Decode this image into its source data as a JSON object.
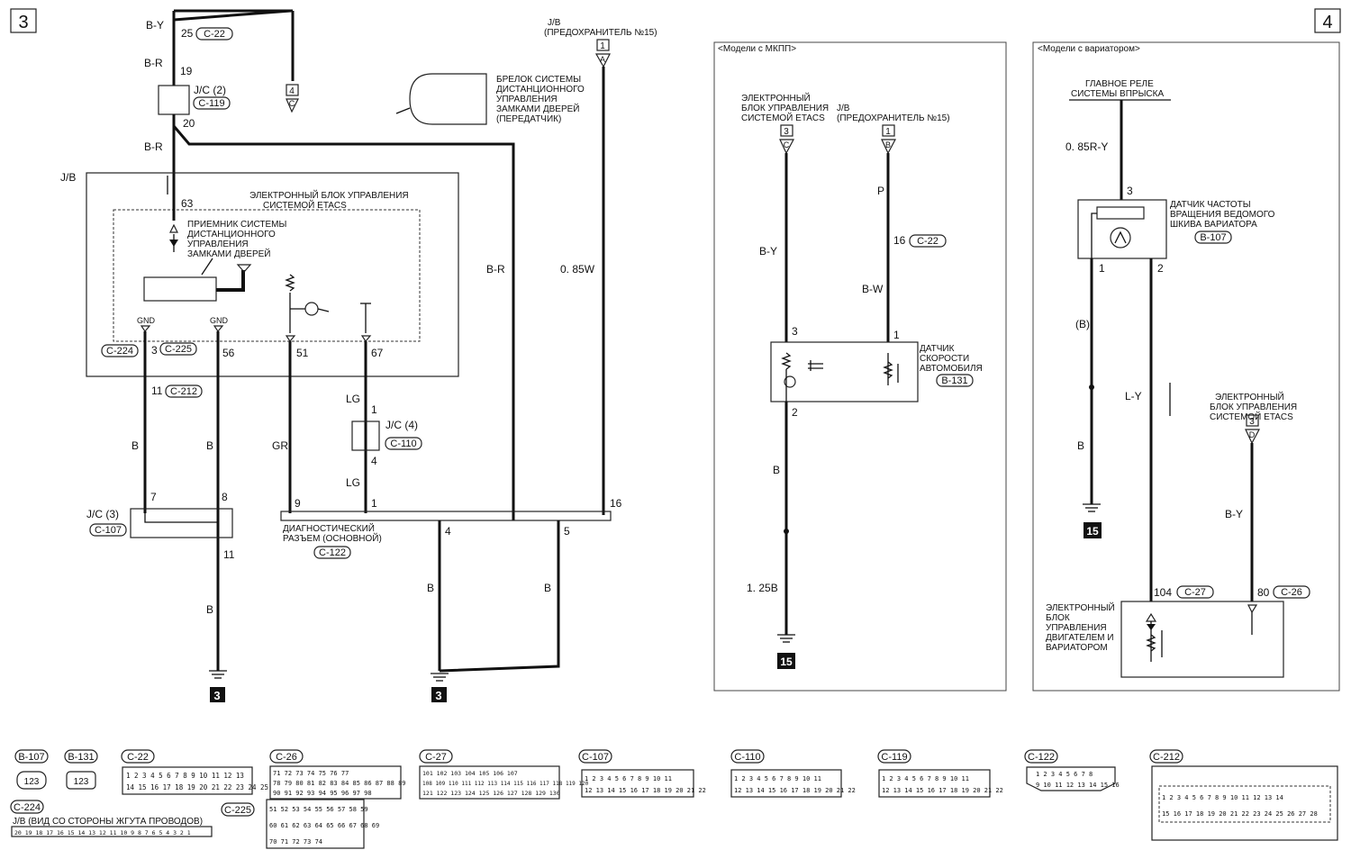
{
  "page": {
    "page_left": "3",
    "page_right": "4"
  },
  "top": {
    "wire_by": "B-Y",
    "c22_pin": "25",
    "c22": "C-22",
    "wire_br": "B-R",
    "pin19": "19",
    "jc2": "J/C (2)",
    "c119": "C-119",
    "pin20": "20",
    "wire_br2": "B-R",
    "ref4": "4",
    "ref_c": "C",
    "jb_top_1": "J/B",
    "jb_top_2": "(ПРЕДОХРАНИТЕЛЬ №15)",
    "fuse_ref": "1",
    "fuse_a": "A"
  },
  "keyfob": {
    "l1": "БРЕЛОК СИСТЕМЫ",
    "l2": "ДИСТАНЦИОННОГО",
    "l3": "УПРАВЛЕНИЯ",
    "l4": "ЗАМКАМИ ДВЕРЕЙ",
    "l5": "(ПЕРЕДАТЧИК)"
  },
  "etacs": {
    "jb": "J/B",
    "pin63": "63",
    "title1": "ЭЛЕКТРОННЫЙ БЛОК УПРАВЛЕНИЯ",
    "title2": "СИСТЕМОЙ ETACS",
    "rx1": "ПРИЕМНИК СИСТЕМЫ",
    "rx2": "ДИСТАНЦИОННОГО",
    "rx3": "УПРАВЛЕНИЯ",
    "rx4": "ЗАМКАМИ ДВЕРЕЙ",
    "gnd1": "GND",
    "gnd2": "GND",
    "c224": "C-224",
    "pin3": "3",
    "c225": "C-225",
    "pin56": "56",
    "pin51": "51",
    "pin67": "67",
    "wire_br3": "B-R",
    "wire_085w": "0. 85W"
  },
  "lower_left": {
    "pin11": "11",
    "c212": "C-212",
    "wire_b1": "B",
    "wire_b2": "B",
    "wire_gr": "GR",
    "wire_lg1": "LG",
    "pin1a": "1",
    "jc4": "J/C (4)",
    "c110": "C-110",
    "pin4a": "4",
    "wire_lg2": "LG",
    "pin7": "7",
    "pin8": "8",
    "jc3": "J/C (3)",
    "c107": "C-107",
    "pin11b": "11",
    "wire_b3": "B",
    "gnd_ref1": "3",
    "pin9": "9",
    "pin1b": "1",
    "pin4b": "4",
    "pin5": "5",
    "pin16": "16",
    "diag1": "ДИАГНОСТИЧЕСКИЙ",
    "diag2": "РАЗЪЕМ (ОСНОВНОЙ)",
    "c122": "C-122",
    "wire_b4": "B",
    "wire_b5": "B",
    "gnd_ref2": "3"
  },
  "mt_panel": {
    "header": "<Модели с МКПП>",
    "etacs1": "ЭЛЕКТРОННЫЙ",
    "etacs2": "БЛОК УПРАВЛЕНИЯ",
    "etacs3": "СИСТЕМОЙ ETACS",
    "jb1": "J/B",
    "jb2": "(ПРЕДОХРАНИТЕЛЬ №15)",
    "ref3": "3",
    "ref_c": "C",
    "ref1": "1",
    "ref_b": "B",
    "wire_p": "P",
    "pin16": "16",
    "c22": "C-22",
    "wire_by": "B-Y",
    "wire_bw": "B-W",
    "pin3": "3",
    "pin1": "1",
    "sensor1": "ДАТЧИК",
    "sensor2": "СКОРОСТИ",
    "sensor3": "АВТОМОБИЛЯ",
    "b131": "B-131",
    "pin2": "2",
    "wire_b": "B",
    "wire_125b": "1. 25B",
    "gnd_ref": "15"
  },
  "cvt_panel": {
    "header": "<Модели с вариатором>",
    "relay1": "ГЛАВНОЕ РЕЛЕ",
    "relay2": "СИСТЕМЫ ВПРЫСКА",
    "wire_085ry": "0. 85R-Y",
    "pin3": "3",
    "sensor1": "ДАТЧИК ЧАСТОТЫ",
    "sensor2": "ВРАЩЕНИЯ ВЕДОМОГО",
    "sensor3": "ШКИВА ВАРИАТОРА",
    "b107": "B-107",
    "pin1": "1",
    "pin2": "2",
    "wire_b_paren": "(B)",
    "wire_ly": "L-Y",
    "etacs1": "ЭЛЕКТРОННЫЙ",
    "etacs2": "БЛОК УПРАВЛЕНИЯ",
    "etacs3": "СИСТЕМОЙ ETACS",
    "ref3": "3",
    "ref_d": "D",
    "wire_b": "B",
    "wire_by": "B-Y",
    "gnd_ref": "15",
    "pin104": "104",
    "c27": "C-27",
    "pin80": "80",
    "c26": "C-26",
    "ecu1": "ЭЛЕКТРОННЫЙ",
    "ecu2": "БЛОК",
    "ecu3": "УПРАВЛЕНИЯ",
    "ecu4": "ДВИГАТЕЛЕМ И",
    "ecu5": "ВАРИАТОРОМ"
  },
  "connectors": {
    "b107": "B-107",
    "b131": "B-131",
    "c22": "C-22",
    "c26": "C-26",
    "c27": "C-27",
    "c107": "C-107",
    "c110": "C-110",
    "c119": "C-119",
    "c122": "C-122",
    "c212": "C-212",
    "c224": "C-224",
    "c225": "C-225",
    "jb_note": "J/B (ВИД СО СТОРОНЫ ЖГУТА ПРОВОДОВ)",
    "b107_pins": "123",
    "b131_pins": "123",
    "c22_row1": "1 2 3 4 5 6 7 8 9 10 11 12 13",
    "c22_row2": "14 15 16 17 18 19 20 21 22 23 24 25",
    "c26_row1": "71 72 73 74 75 76 77",
    "c26_row2": "78 79 80 81 82 83 84 85 86 87 88 89",
    "c26_row3": "90 91 92 93 94 95 96 97 98",
    "c27_row1": "101 102 103 104 105 106 107",
    "c27_row2": "108 109 110 111 112 113 114 115 116 117 118 119 120",
    "c27_row3": "121 122 123 124 125 126 127 128 129 130",
    "c107_row1": "1 2 3 4 5 6 7 8 9 10 11",
    "c107_row2": "12 13 14 15 16 17 18 19 20 21 22",
    "c110_row1": "1 2 3 4 5 6 7 8 9 10 11",
    "c110_row2": "12 13 14 15 16 17 18 19 20 21 22",
    "c119_row1": "1 2 3 4 5 6 7 8 9 10 11",
    "c119_row2": "12 13 14 15 16 17 18 19 20 21 22",
    "c122_row1": "1 2 3 4 5 6 7 8",
    "c122_row2": "9 10 11 12 13 14 15 16",
    "c212_row1": "1 2 3 4 5 6 7 8 9 10 11 12 13 14",
    "c212_row2": "15 16 17 18 19 20 21 22 23 24 25 26 27 28",
    "c224_row": "20 19 18 17 16 15 14 13 12 11 10 9 8 7 6 5 4 3 2 1",
    "c225_row1": "51 52 53 54 55 56 57 58 59",
    "c225_row2": "60 61 62 63 64 65 66 67 68 69",
    "c225_row3": "70 71 72 73 74"
  }
}
